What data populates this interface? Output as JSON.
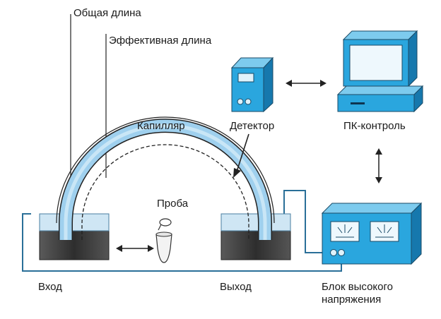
{
  "labels": {
    "total_length": "Общая длина",
    "effective_length": "Эффективная длина",
    "capillary": "Капилляр",
    "detector": "Детектор",
    "pc_control": "ПК-контроль",
    "sample": "Проба",
    "inlet": "Вход",
    "outlet": "Выход",
    "hv_line1": "Блок высокого",
    "hv_line2": "напряжения"
  },
  "colors": {
    "device_blue": "#2aa6de",
    "device_dark": "#1678ad",
    "capillary_blue": "#9fd0ee",
    "liquid": "#cfe6f4",
    "beaker_dark": "#3c3c3c",
    "wire": "#2a6f98"
  },
  "icons": [
    "computer-monitor-icon",
    "detector-box-icon",
    "high-voltage-unit-icon",
    "sample-vial-icon",
    "beaker-icon",
    "double-arrow-icon"
  ]
}
